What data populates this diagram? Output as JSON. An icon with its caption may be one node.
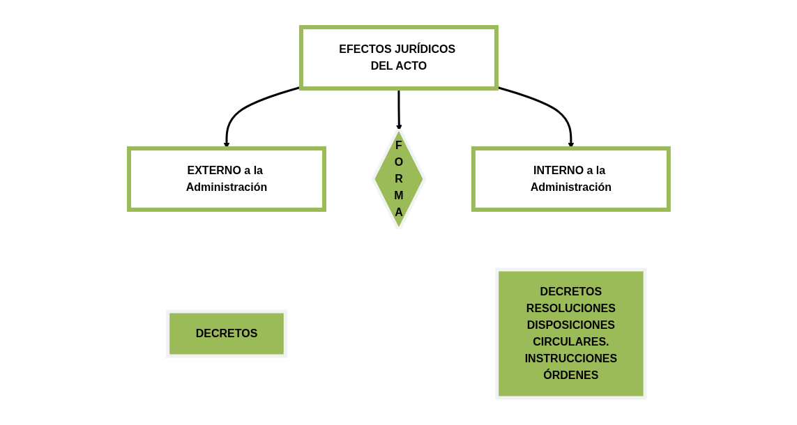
{
  "diagram": {
    "nodes": [
      {
        "text": [
          "EFECTOS JURÍDICOS DEL ACTO"
        ]
      },
      {
        "text": [
          "EXTERNO a la Administración"
        ]
      },
      {
        "text": [
          "F O R M A"
        ]
      },
      {
        "text": [
          "INTERNO a la Administración"
        ]
      },
      {
        "text": [
          "DECRETOS"
        ]
      },
      {
        "text": [
          "DECRETOS",
          "RESOLUCIONES",
          "DISPOSICIONES",
          "CIRCULARES.",
          "INSTRUCCIONES",
          "ÓRDENES"
        ]
      }
    ],
    "edges": [
      {
        "from": 0,
        "to": 1,
        "arrow": "to"
      },
      {
        "from": 0,
        "to": 2,
        "arrow": "to"
      },
      {
        "from": 0,
        "to": 3,
        "arrow": "to"
      }
    ]
  }
}
